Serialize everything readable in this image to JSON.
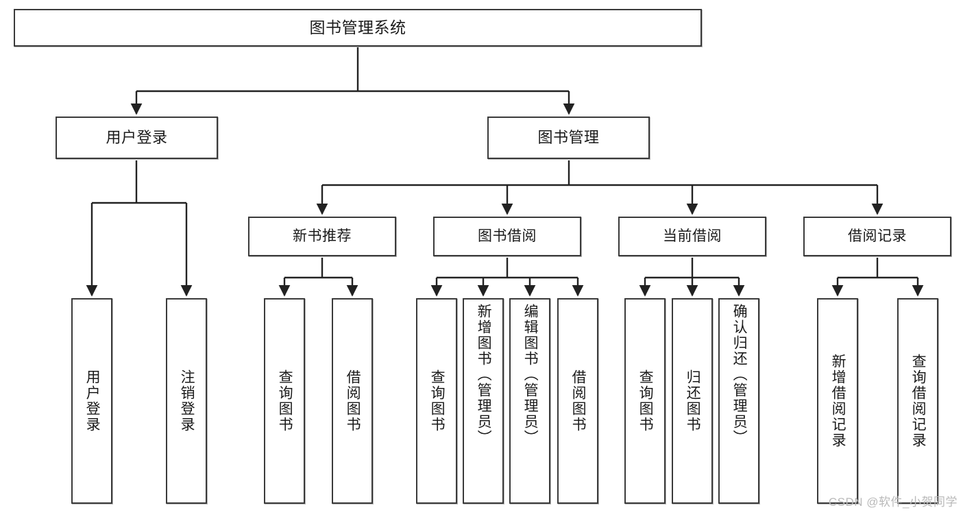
{
  "diagram": {
    "title": "图书管理系统",
    "type": "tree",
    "watermark": "CSDN @软件_小贺同学",
    "colors": {
      "box_border": "#3a3a3a",
      "box_fill": "#ffffff",
      "edge": "#222222",
      "text": "#1a1a1a",
      "watermark": "#b9b9b9"
    },
    "nodes": {
      "root": {
        "label": "图书管理系统"
      },
      "level2": [
        {
          "id": "user-login",
          "label": "用户登录"
        },
        {
          "id": "book-manage",
          "label": "图书管理"
        }
      ],
      "level3": [
        {
          "id": "new-book-rec",
          "label": "新书推荐"
        },
        {
          "id": "book-borrow",
          "label": "图书借阅"
        },
        {
          "id": "current-borrow",
          "label": "当前借阅"
        },
        {
          "id": "borrow-record",
          "label": "借阅记录"
        }
      ],
      "leaves": {
        "user-login": [
          {
            "id": "leaf-user-login",
            "label": "用户登录"
          },
          {
            "id": "leaf-logout",
            "label": "注销登录"
          }
        ],
        "new-book-rec": [
          {
            "id": "leaf-query-book-1",
            "label": "查询图书"
          },
          {
            "id": "leaf-borrow-book-1",
            "label": "借阅图书"
          }
        ],
        "book-borrow": [
          {
            "id": "leaf-query-book-2",
            "label": "查询图书"
          },
          {
            "id": "leaf-add-book",
            "label": "新增图书（管理员）"
          },
          {
            "id": "leaf-edit-book",
            "label": "编辑图书（管理员）"
          },
          {
            "id": "leaf-borrow-book-2",
            "label": "借阅图书"
          }
        ],
        "current-borrow": [
          {
            "id": "leaf-query-book-3",
            "label": "查询图书"
          },
          {
            "id": "leaf-return-book",
            "label": "归还图书"
          },
          {
            "id": "leaf-confirm-return",
            "label": "确认归还（管理员）"
          }
        ],
        "borrow-record": [
          {
            "id": "leaf-add-record",
            "label": "新增借阅记录"
          },
          {
            "id": "leaf-query-record",
            "label": "查询借阅记录"
          }
        ]
      }
    }
  }
}
